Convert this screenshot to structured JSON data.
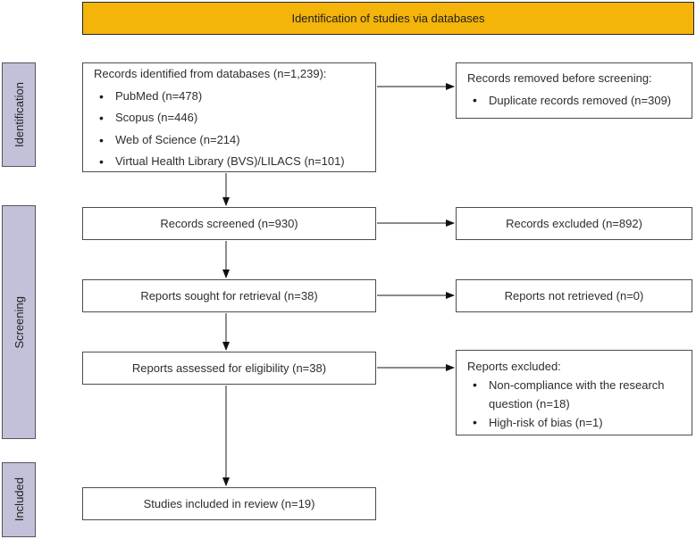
{
  "diagram": {
    "type": "prisma-flow",
    "header": {
      "title": "Identification of studies via databases"
    },
    "colors": {
      "header_bg": "#F4B40A",
      "stage_bg": "#C2C1D9",
      "box_border": "#4D4D4D",
      "arrow": "#444444",
      "text": "#2E2E2E"
    },
    "stages": {
      "identification": "Identification",
      "screening": "Screening",
      "included": "Included"
    },
    "flow": {
      "identified": {
        "title": "Records identified from databases (n=1,239):",
        "items": [
          "PubMed (n=478)",
          "Scopus (n=446)",
          "Web of Science (n=214)",
          "Virtual Health Library (BVS)/LILACS (n=101)"
        ]
      },
      "screened": "Records screened (n=930)",
      "sought": "Reports sought for retrieval (n=38)",
      "assessed": "Reports assessed for eligibility (n=38)",
      "included": "Studies included in review (n=19)"
    },
    "exclusions": {
      "removed_before_screening": {
        "title": "Records removed before screening:",
        "items": [
          "Duplicate records removed (n=309)"
        ]
      },
      "records_excluded": "Records excluded (n=892)",
      "reports_not_retrieved": "Reports not retrieved (n=0)",
      "reports_excluded": {
        "title": "Reports excluded:",
        "items": [
          "Non-compliance with the research question (n=18)",
          "High-risk of bias (n=1)"
        ]
      }
    }
  }
}
